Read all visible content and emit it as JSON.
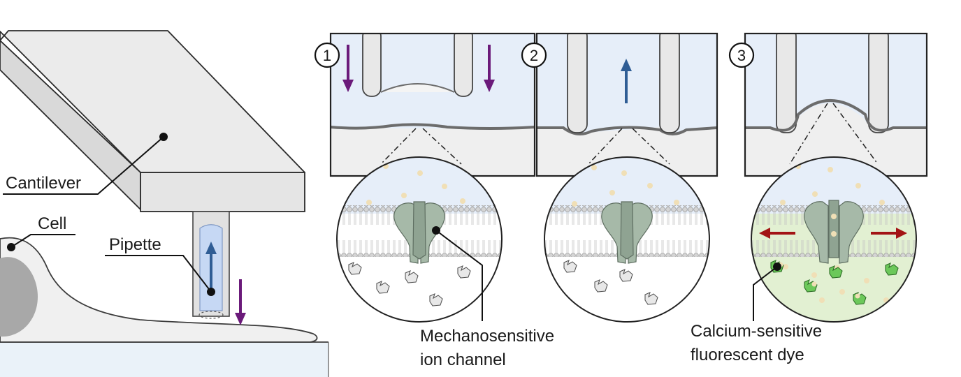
{
  "labels": {
    "cantilever": "Cantilever",
    "cell": "Cell",
    "pipette": "Pipette",
    "channel_line1": "Mechanosensitive",
    "channel_line2": "ion channel",
    "dye_line1": "Calcium-sensitive",
    "dye_line2": "fluorescent dye"
  },
  "steps": [
    {
      "number": "1",
      "pipette_motion": "down",
      "membrane": "pushed-down",
      "channel": "closed",
      "calcium_influx": false
    },
    {
      "number": "2",
      "pipette_motion": "up",
      "membrane": "slight-dip",
      "channel": "closed",
      "calcium_influx": false
    },
    {
      "number": "3",
      "pipette_motion": "none",
      "membrane": "pulled-up",
      "channel": "open",
      "calcium_influx": true
    }
  ],
  "colors": {
    "down_arrow": "#6b1a7a",
    "up_arrow": "#2f5d95",
    "tension_arrow": "#a31515",
    "medium": "#e6eef9",
    "cytoplasm_active": "#e2f0d2",
    "channel": "#a6b9a8",
    "dye": "#6cc85a",
    "calcium": "#f0dfb6",
    "outline": "#222222"
  }
}
